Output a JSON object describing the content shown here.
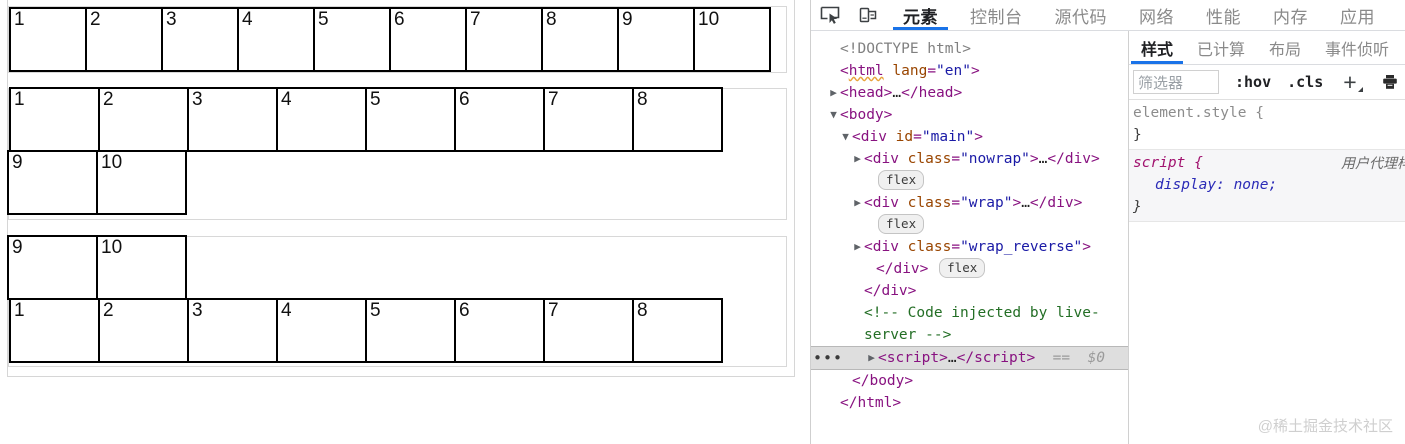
{
  "page": {
    "containers": [
      {
        "name": "nowrap",
        "class": "nowrap",
        "items": [
          "1",
          "2",
          "3",
          "4",
          "5",
          "6",
          "7",
          "8",
          "9",
          "10"
        ]
      },
      {
        "name": "wrap",
        "class": "wrap",
        "items": [
          "1",
          "2",
          "3",
          "4",
          "5",
          "6",
          "7",
          "8",
          "9",
          "10"
        ]
      },
      {
        "name": "wrap_reverse",
        "class": "wrap-reverse",
        "items": [
          "1",
          "2",
          "3",
          "4",
          "5",
          "6",
          "7",
          "8",
          "9",
          "10"
        ]
      }
    ]
  },
  "devtools": {
    "toolbar": {
      "inspect_icon": "inspect-element-icon",
      "device_icon": "device-toolbar-icon"
    },
    "tabs": [
      {
        "label": "元素",
        "active": true
      },
      {
        "label": "控制台",
        "active": false
      },
      {
        "label": "源代码",
        "active": false
      },
      {
        "label": "网络",
        "active": false
      },
      {
        "label": "性能",
        "active": false
      },
      {
        "label": "内存",
        "active": false
      },
      {
        "label": "应用",
        "active": false
      }
    ],
    "dom": {
      "lines": [
        {
          "indent": 1,
          "arrow": "blank",
          "segments": [
            {
              "t": "doctype",
              "v": "<!DOCTYPE html>"
            }
          ]
        },
        {
          "indent": 1,
          "arrow": "blank",
          "segments": [
            {
              "t": "punct",
              "v": "<"
            },
            {
              "t": "tag",
              "v": "html",
              "squiggle": true
            },
            {
              "t": "plain",
              "v": " "
            },
            {
              "t": "attr",
              "v": "lang"
            },
            {
              "t": "punct",
              "v": "="
            },
            {
              "t": "val",
              "v": "\"en\""
            },
            {
              "t": "punct",
              "v": ">"
            }
          ]
        },
        {
          "indent": 1,
          "arrow": "right",
          "segments": [
            {
              "t": "punct",
              "v": "<"
            },
            {
              "t": "tag",
              "v": "head"
            },
            {
              "t": "punct",
              "v": ">"
            },
            {
              "t": "plain",
              "v": "…"
            },
            {
              "t": "punct",
              "v": "</"
            },
            {
              "t": "tag",
              "v": "head"
            },
            {
              "t": "punct",
              "v": ">"
            }
          ]
        },
        {
          "indent": 1,
          "arrow": "down",
          "segments": [
            {
              "t": "punct",
              "v": "<"
            },
            {
              "t": "tag",
              "v": "body"
            },
            {
              "t": "punct",
              "v": ">"
            }
          ]
        },
        {
          "indent": 2,
          "arrow": "down",
          "segments": [
            {
              "t": "punct",
              "v": "<"
            },
            {
              "t": "tag",
              "v": "div"
            },
            {
              "t": "plain",
              "v": " "
            },
            {
              "t": "attr",
              "v": "id"
            },
            {
              "t": "punct",
              "v": "="
            },
            {
              "t": "val",
              "v": "\"main\""
            },
            {
              "t": "punct",
              "v": ">"
            }
          ]
        },
        {
          "indent": 3,
          "arrow": "right",
          "segments": [
            {
              "t": "punct",
              "v": "<"
            },
            {
              "t": "tag",
              "v": "div"
            },
            {
              "t": "plain",
              "v": " "
            },
            {
              "t": "attr",
              "v": "class"
            },
            {
              "t": "punct",
              "v": "="
            },
            {
              "t": "val",
              "v": "\"nowrap\""
            },
            {
              "t": "punct",
              "v": ">"
            },
            {
              "t": "plain",
              "v": "…"
            },
            {
              "t": "punct",
              "v": "</div"
            },
            {
              "t": "punct",
              "v": ">"
            }
          ]
        },
        {
          "indent": 4,
          "arrow": "blank",
          "badge": "flex",
          "segments": []
        },
        {
          "indent": 3,
          "arrow": "right",
          "segments": [
            {
              "t": "punct",
              "v": "<"
            },
            {
              "t": "tag",
              "v": "div"
            },
            {
              "t": "plain",
              "v": " "
            },
            {
              "t": "attr",
              "v": "class"
            },
            {
              "t": "punct",
              "v": "="
            },
            {
              "t": "val",
              "v": "\"wrap\""
            },
            {
              "t": "punct",
              "v": ">"
            },
            {
              "t": "plain",
              "v": "…"
            },
            {
              "t": "punct",
              "v": "</"
            },
            {
              "t": "tag",
              "v": "div"
            },
            {
              "t": "punct",
              "v": ">"
            }
          ]
        },
        {
          "indent": 4,
          "arrow": "blank",
          "badge": "flex",
          "segments": []
        },
        {
          "indent": 3,
          "arrow": "right",
          "segments": [
            {
              "t": "punct",
              "v": "<"
            },
            {
              "t": "tag",
              "v": "div"
            },
            {
              "t": "plain",
              "v": " "
            },
            {
              "t": "attr",
              "v": "class"
            },
            {
              "t": "punct",
              "v": "="
            },
            {
              "t": "val",
              "v": "\"wrap_reverse\""
            },
            {
              "t": "punct",
              "v": ">"
            }
          ]
        },
        {
          "indent": 4,
          "arrow": "blank",
          "badge": "flex",
          "segments": [
            {
              "t": "punct",
              "v": "</"
            },
            {
              "t": "tag",
              "v": "div"
            },
            {
              "t": "punct",
              "v": ">"
            },
            {
              "t": "plain",
              "v": " "
            }
          ]
        },
        {
          "indent": 3,
          "arrow": "blank",
          "segments": [
            {
              "t": "punct",
              "v": "</"
            },
            {
              "t": "tag",
              "v": "div"
            },
            {
              "t": "punct",
              "v": ">"
            }
          ]
        },
        {
          "indent": 3,
          "arrow": "blank",
          "segments": [
            {
              "t": "comment",
              "v": "<!-- Code injected by live-"
            }
          ]
        },
        {
          "indent": 3,
          "arrow": "blank",
          "segments": [
            {
              "t": "comment",
              "v": "server -->"
            }
          ]
        },
        {
          "indent": 2,
          "arrow": "right",
          "selected": true,
          "dots": "…",
          "segments": [
            {
              "t": "punct",
              "v": "<"
            },
            {
              "t": "tag",
              "v": "script"
            },
            {
              "t": "punct",
              "v": ">"
            },
            {
              "t": "plain",
              "v": "…"
            },
            {
              "t": "punct",
              "v": "</"
            },
            {
              "t": "tag",
              "v": "script"
            },
            {
              "t": "punct",
              "v": ">"
            },
            {
              "t": "dollar",
              "v": "  ==  $0"
            }
          ]
        },
        {
          "indent": 2,
          "arrow": "blank",
          "segments": [
            {
              "t": "punct",
              "v": "</"
            },
            {
              "t": "tag",
              "v": "body"
            },
            {
              "t": "punct",
              "v": ">"
            }
          ]
        },
        {
          "indent": 1,
          "arrow": "blank",
          "segments": [
            {
              "t": "punct",
              "v": "</"
            },
            {
              "t": "tag",
              "v": "html"
            },
            {
              "t": "punct",
              "v": ">"
            }
          ]
        }
      ]
    },
    "styles": {
      "tabs": [
        {
          "label": "样式",
          "active": true
        },
        {
          "label": "已计算",
          "active": false
        },
        {
          "label": "布局",
          "active": false
        },
        {
          "label": "事件侦听",
          "active": false
        }
      ],
      "filter_placeholder": "筛选器",
      "hov_label": ":hov",
      "cls_label": ".cls",
      "new_rule_label": "+",
      "print_icon": "print-style-icon",
      "rules": [
        {
          "selector": "element.style {",
          "declarations": [],
          "close": "}",
          "origin": "",
          "ua": false
        },
        {
          "selector": "script {",
          "declarations": [
            "display: none;"
          ],
          "close": "}",
          "origin": "用户代理样式表",
          "ua": true
        }
      ]
    },
    "watermark": "@稀土掘金技术社区"
  }
}
